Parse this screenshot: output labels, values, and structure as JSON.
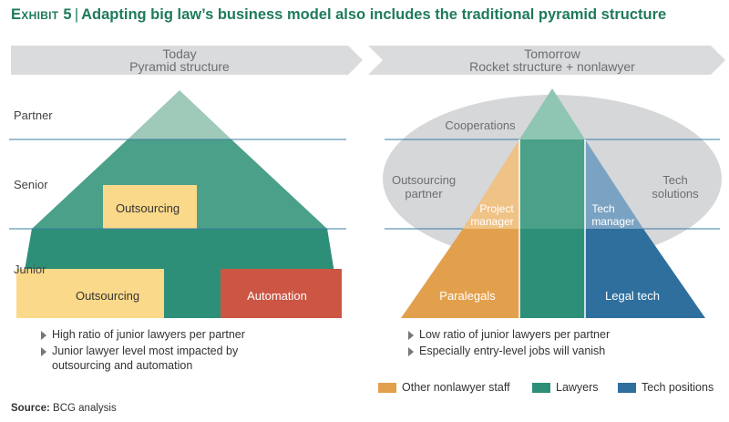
{
  "header": {
    "exhibit": "Exhibit 5",
    "separator": "|",
    "title": "Adapting big law’s business model also includes the traditional pyramid structure"
  },
  "today": {
    "heading_line1": "Today",
    "heading_line2": "Pyramid structure",
    "levels": [
      "Partner",
      "Senior",
      "Junior"
    ],
    "boxes": {
      "outsourcing_senior": "Outsourcing",
      "outsourcing_junior": "Outsourcing",
      "automation": "Automation"
    },
    "bullets": [
      "High ratio of junior lawyers per partner",
      "Junior lawyer level most impacted by outsourcing and automation"
    ]
  },
  "tomorrow": {
    "heading_line1": "Tomorrow",
    "heading_line2": "Rocket structure + nonlawyer",
    "ellipse_labels": {
      "cooperations": "Cooperations",
      "outsourcing_partner_line1": "Outsourcing",
      "outsourcing_partner_line2": "partner",
      "tech_solutions_line1": "Tech",
      "tech_solutions_line2": "solutions"
    },
    "segments": {
      "project_manager_line1": "Project",
      "project_manager_line2": "manager",
      "tech_manager_line1": "Tech",
      "tech_manager_line2": "manager",
      "paralegals": "Paralegals",
      "legal_tech": "Legal tech"
    },
    "bullets": [
      "Low ratio of junior lawyers per partner",
      "Especially entry-level jobs will vanish"
    ]
  },
  "legend": [
    {
      "label": "Other nonlawyer staff",
      "color": "#e3a04c"
    },
    {
      "label": "Lawyers",
      "color": "#2e8f78"
    },
    {
      "label": "Tech positions",
      "color": "#2e6f9e"
    }
  ],
  "source": {
    "label": "Source:",
    "text": "BCG analysis"
  },
  "colors": {
    "title": "#1f7a5c",
    "banner": "#d9dbdc",
    "pyramid_top": "#9fc9b9",
    "pyramid_mid": "#4aa088",
    "pyramid_bottom": "#2e8f78",
    "outsourcing": "#fbd98a",
    "automation": "#cc5544",
    "ellipse": "#d5d7d9",
    "orange_light": "#efc286",
    "orange": "#e3a04c",
    "blue_light": "#7aa3c3",
    "blue": "#2e6f9e",
    "rule": "#3a7ca5"
  }
}
